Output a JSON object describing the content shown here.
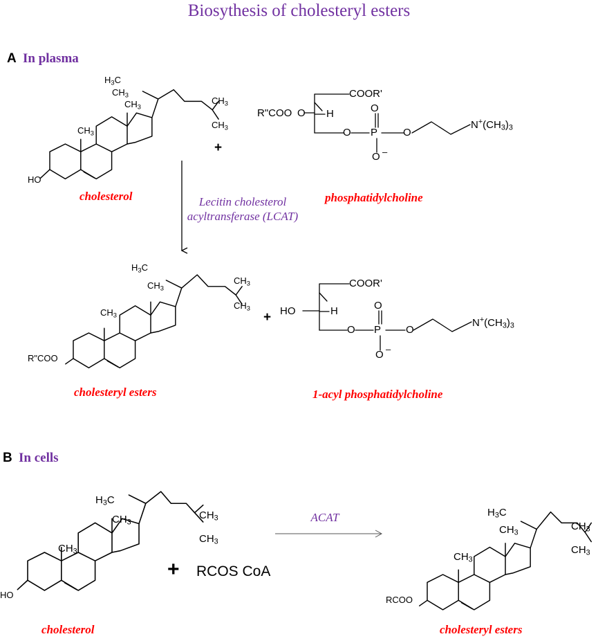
{
  "title": "Biosythesis of cholesteryl esters",
  "colors": {
    "title": "#7030a0",
    "panel_label": "#7030a0",
    "molecule_name": "#ff0000",
    "enzyme_a": "#7030a0",
    "enzyme_b": "#7030a0",
    "arrow": "#000000",
    "arrow_b": "#555555"
  },
  "panel_a": {
    "letter": "A",
    "label": "In plasma",
    "enzyme": {
      "line1": "Lecitin cholesterol",
      "line2": "acyltransferase (LCAT)"
    },
    "plus": "+",
    "reactants": [
      {
        "name": "cholesterol",
        "sterol_substituent": "HO"
      },
      {
        "name": "phosphatidylcholine",
        "ester_top": "COOR'",
        "ester_left": "R\"COO",
        "h": "H",
        "p": "P",
        "o": "O",
        "o_minus": "O",
        "minus": "–",
        "n_group": "N",
        "n_charge": "+",
        "n_methyl": "(CH",
        "n_methyl_sub": "3",
        "n_methyl_close": ")",
        "n_methyl_count": "3"
      }
    ],
    "products": [
      {
        "name": "cholesteryl esters",
        "sterol_substituent": "R\"COO"
      },
      {
        "name": "1-acyl phosphatidylcholine",
        "ester_top": "COOR'",
        "hydroxyl": "HO",
        "h": "H",
        "p": "P",
        "o": "O",
        "o_minus": "O",
        "minus": "–",
        "n_group": "N",
        "n_charge": "+",
        "n_methyl": "(CH",
        "n_methyl_sub": "3",
        "n_methyl_close": ")",
        "n_methyl_count": "3"
      }
    ]
  },
  "panel_b": {
    "letter": "B",
    "label": "In cells",
    "enzyme": "ACAT",
    "plus": "+",
    "reagent": "RCOS CoA",
    "reactant": {
      "name": "cholesterol",
      "sterol_substituent": "HO"
    },
    "product": {
      "name": "cholesteryl esters",
      "sterol_substituent": "RCOO"
    }
  },
  "sterol_labels": {
    "h3c": "H",
    "h3c_sub": "3",
    "h3c_tail": "C",
    "ch3": "CH",
    "ch3_sub": "3"
  }
}
